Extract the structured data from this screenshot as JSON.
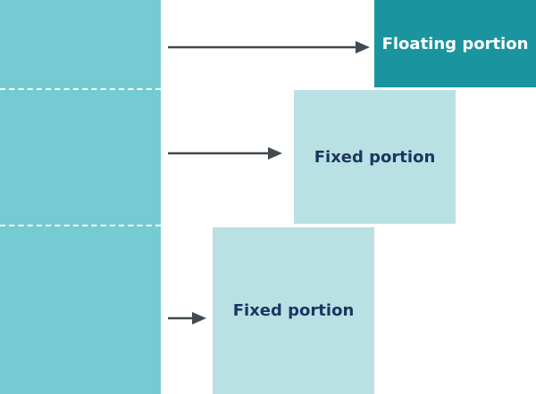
{
  "colors": {
    "source_column": "#74cbd1",
    "floating_box": "#1a949f",
    "fixed_box": "#b9e1e4",
    "dark_text": "#1d3561",
    "arrow": "#404a50",
    "divider": "#ffffff"
  },
  "boxes": {
    "floating": {
      "label": "Floating portion"
    },
    "fixed_1": {
      "label": "Fixed portion"
    },
    "fixed_2": {
      "label": "Fixed portion"
    }
  }
}
